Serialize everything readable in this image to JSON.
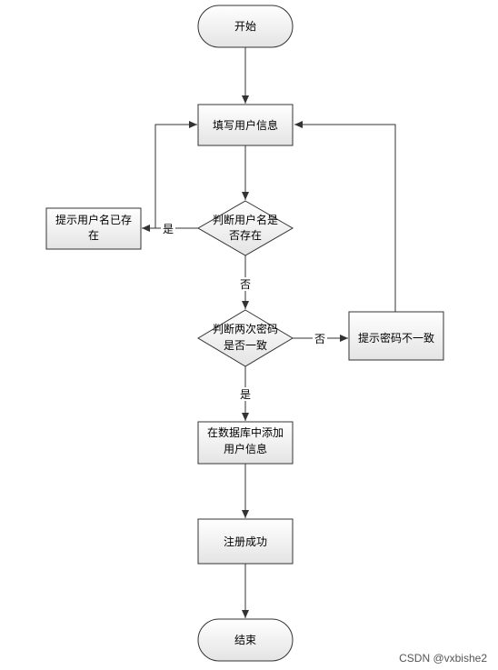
{
  "nodes": {
    "start": "开始",
    "fill_info": "填写用户信息",
    "check_user": [
      "判断用户名是",
      "否存在"
    ],
    "user_exists_msg": [
      "提示用户名已存",
      "在"
    ],
    "check_password": [
      "判断两次密码",
      "是否一致"
    ],
    "password_mismatch_msg": "提示密码不一致",
    "add_to_db": [
      "在数据库中添加",
      "用户信息"
    ],
    "register_success": "注册成功",
    "end": "结束"
  },
  "edges": {
    "user_exists_yes": "是",
    "user_exists_no": "否",
    "password_match_no": "否",
    "password_match_yes": "是"
  },
  "watermark": "CSDN @vxbishe2",
  "colors": {
    "box_top": "#ffffff",
    "box_bottom": "#e6e6e6",
    "stroke": "#333333"
  }
}
